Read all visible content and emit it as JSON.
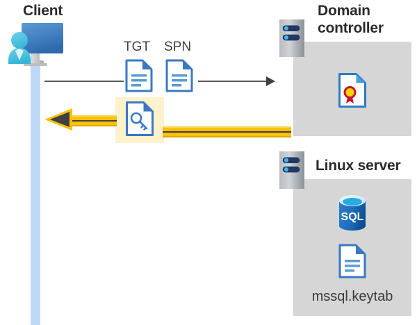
{
  "diagram": {
    "title_client": "Client",
    "title_domain_controller": "Domain\ncontroller",
    "title_domain_controller_line1": "Domain",
    "title_domain_controller_line2": "controller",
    "title_linux_server": "Linux server",
    "labels": {
      "tgt": "TGT",
      "spn": "SPN",
      "keytab_file": "mssql.keytab"
    },
    "icons": {
      "client": "user-with-monitor-icon",
      "tgt_document": "document-icon",
      "spn_document": "document-icon",
      "ticket_key_document": "document-with-key-icon",
      "server_chassis_dc": "server-icon",
      "server_chassis_linux": "server-icon",
      "certificate": "certificate-document-icon",
      "sql_database": "sql-database-icon",
      "keytab_document": "document-icon"
    },
    "arrows": {
      "request_direction": "left-to-right",
      "request_style": "thin-gray-line-with-arrowhead",
      "response_direction": "right-to-left",
      "response_style": "thick-yellow-bar-with-arrowhead"
    },
    "colors": {
      "lifeline": "#bdd9f7",
      "host_box": "#d6d6d6",
      "highlight": "#fdf2cc",
      "yellow_arrow": "#ffc000",
      "gray_arrow": "#5a5a5a",
      "doc_blue": "#3a78c2",
      "doc_fill": "#ffffff",
      "sql_blue": "#0f6cbd",
      "cert_gold": "#ffd400",
      "cert_red": "#c8102e",
      "server_gray": "#9aa0a6",
      "server_navy": "#203864",
      "text_dark": "#2b2b2b"
    },
    "sql_label": "SQL"
  }
}
